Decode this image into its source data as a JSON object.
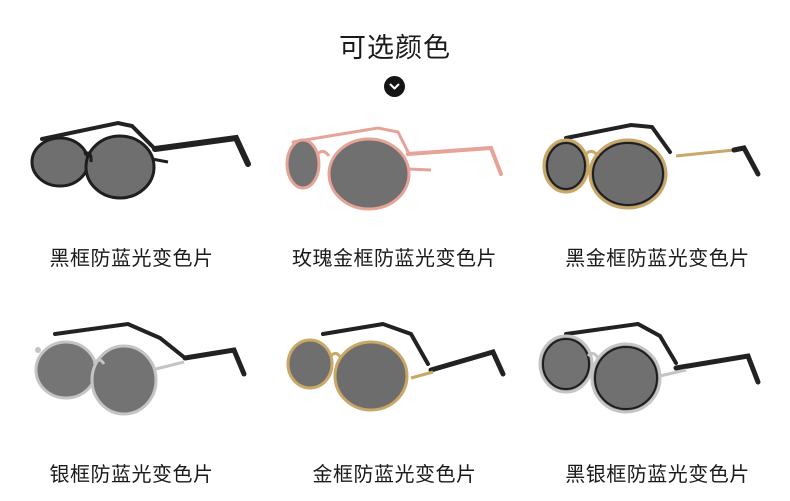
{
  "header": {
    "title": "可选颜色",
    "down_icon": "chevron-down-icon"
  },
  "colors": {
    "black": "#1e1e1e",
    "rose_gold": "#e6a397",
    "gold": "#c9a766",
    "silver": "#c4c4c4",
    "lens": "#6f6f6f",
    "tip": "#2a2a2a"
  },
  "options": [
    {
      "label": "黑框防蓝光变色片",
      "frame": "black"
    },
    {
      "label": "玫瑰金框防蓝光变色片",
      "frame": "rose_gold"
    },
    {
      "label": "黑金框防蓝光变色片",
      "frame": "black_gold"
    },
    {
      "label": "银框防蓝光变色片",
      "frame": "silver"
    },
    {
      "label": "金框防蓝光变色片",
      "frame": "gold"
    },
    {
      "label": "黑银框防蓝光变色片",
      "frame": "black_silver"
    }
  ]
}
